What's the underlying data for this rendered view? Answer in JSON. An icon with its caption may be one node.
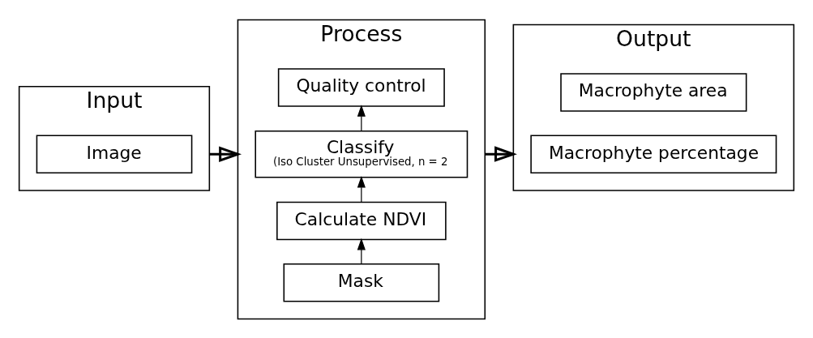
{
  "diagram": {
    "nodes": [
      {
        "text": [
          "Input"
        ]
      },
      {
        "text": [
          "Image"
        ],
        "in": 0
      },
      {
        "text": [
          "Process"
        ]
      },
      {
        "text": [
          "Mask"
        ],
        "in": 2
      },
      {
        "text": [
          "Calculate NDVI"
        ],
        "in": 2
      },
      {
        "text": [
          "Classify",
          "(Iso Cluster Unsupervised, n = 2"
        ],
        "in": 2
      },
      {
        "text": [
          "Quality control"
        ],
        "in": 2
      },
      {
        "text": [
          "Output"
        ]
      },
      {
        "text": [
          "Macrophyte area"
        ],
        "in": 7
      },
      {
        "text": [
          "Macrophyte percentage"
        ],
        "in": 7
      }
    ],
    "edges": [
      {
        "from": 0,
        "to": 2,
        "arrow": "to",
        "style": "thick"
      },
      {
        "from": 3,
        "to": 4,
        "arrow": "to"
      },
      {
        "from": 4,
        "to": 5,
        "arrow": "to"
      },
      {
        "from": 5,
        "to": 6,
        "arrow": "to"
      },
      {
        "from": 2,
        "to": 7,
        "arrow": "to",
        "style": "thick"
      }
    ]
  }
}
